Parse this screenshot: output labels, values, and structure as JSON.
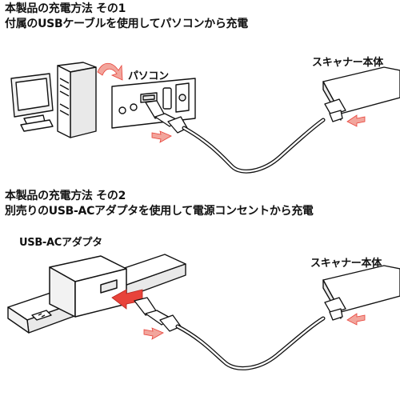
{
  "method1": {
    "title": "本製品の充電方法 その1",
    "subtitle": "付属のUSBケーブルを使用してパソコンから充電",
    "pc_label": "パソコン",
    "scanner_label": "スキャナー本体"
  },
  "method2": {
    "title": "本製品の充電方法 その2",
    "subtitle": "別売りのUSB-ACアダプタを使用して電源コンセントから充電",
    "adapter_label": "USB-ACアダプタ",
    "scanner_label": "スキャナー本体"
  },
  "colors": {
    "arrow_accent": "#e8433a",
    "arrow_soft": "#f2a59c",
    "line": "#111111",
    "gray_fill": "#e9e9e9"
  }
}
